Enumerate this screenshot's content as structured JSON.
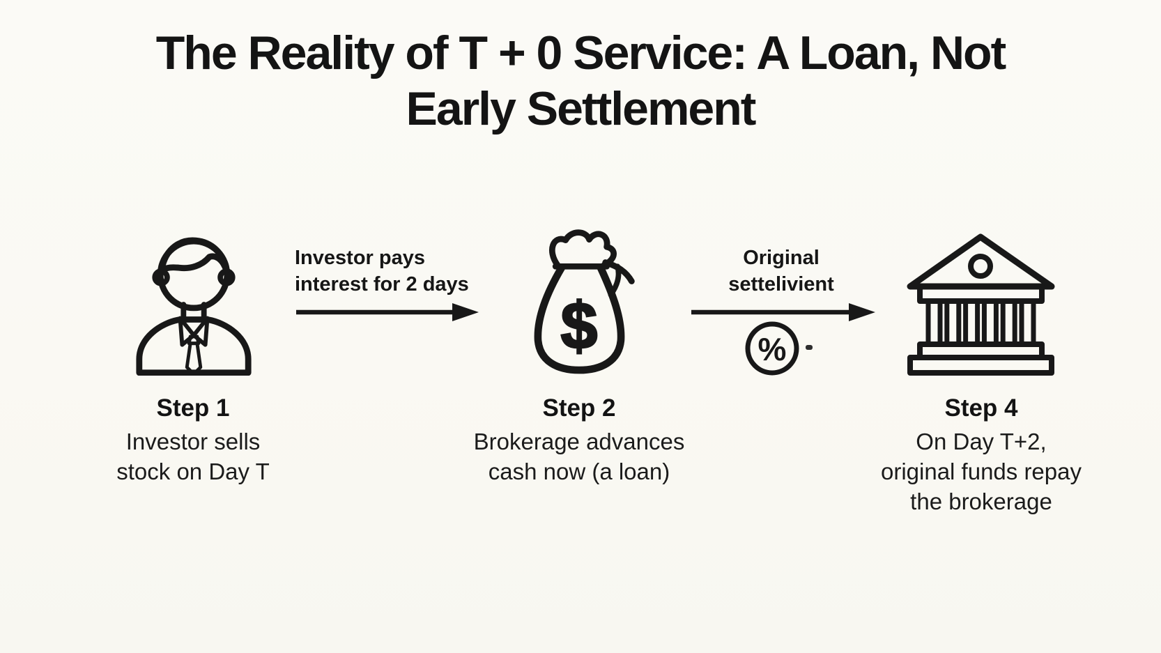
{
  "title": {
    "line1": "The Reality of T + 0 Service: A Loan, Not",
    "line2": "Early Settlement"
  },
  "steps": [
    {
      "heading": "Step 1",
      "icon": "investor-person-icon",
      "lines": [
        "Investor sells",
        "stock on Day T"
      ]
    },
    {
      "heading": "Step 2",
      "icon": "money-bag-icon",
      "symbol": "$",
      "lines": [
        "Brokerage advances",
        "cash now (a loan)"
      ]
    },
    {
      "heading": "Step 4",
      "icon": "bank-building-icon",
      "lines": [
        "On Day T+2,",
        "original funds repay",
        "the brokerage"
      ]
    }
  ],
  "arrows": [
    {
      "label_line1": "Investor pays",
      "label_line2": "interest for 2 days"
    },
    {
      "label_line1": "Original",
      "label_line2": "settelivient",
      "icon": "percent-icon",
      "icon_symbol": "%"
    }
  ],
  "colors": {
    "background": "#faf9f4",
    "ink": "#171717"
  }
}
